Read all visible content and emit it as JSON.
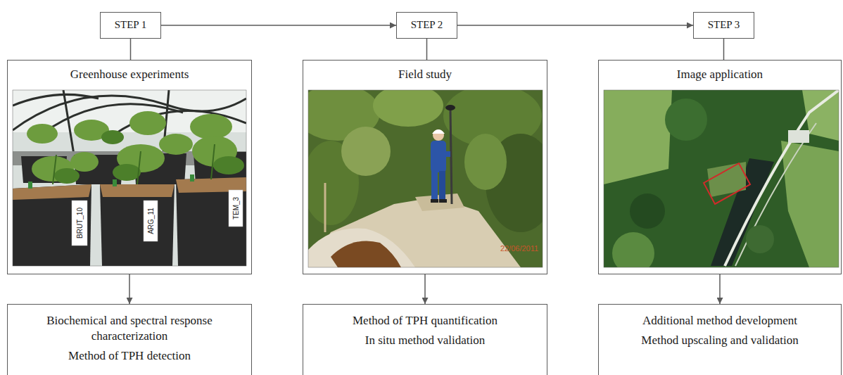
{
  "diagram": {
    "nodes": [
      {
        "text": [
          "STEP 1"
        ]
      },
      {
        "text": [
          "STEP 2"
        ]
      },
      {
        "text": [
          "STEP 3"
        ]
      },
      {
        "text": [
          "Greenhouse experiments"
        ]
      },
      {
        "text": [
          "Field study"
        ]
      },
      {
        "text": [
          "Image application"
        ]
      },
      {
        "text": [
          "Biochemical and spectral response characterization",
          "Method of TPH detection"
        ]
      },
      {
        "text": [
          "Method of TPH quantification",
          "In situ method validation"
        ]
      },
      {
        "text": [
          "Additional method development",
          "Method upscaling and validation"
        ]
      }
    ],
    "edges": [
      {
        "from": 0,
        "to": 1,
        "arrow": "to"
      },
      {
        "from": 1,
        "to": 2,
        "arrow": "to"
      },
      {
        "from": 0,
        "to": 3,
        "arrow": "none"
      },
      {
        "from": 1,
        "to": 4,
        "arrow": "none"
      },
      {
        "from": 2,
        "to": 5,
        "arrow": "none"
      },
      {
        "from": 3,
        "to": 6,
        "arrow": "to"
      },
      {
        "from": 4,
        "to": 7,
        "arrow": "to"
      },
      {
        "from": 5,
        "to": 8,
        "arrow": "to"
      }
    ],
    "labels": [
      "BRUT_10",
      "ARG_11",
      "TEM_3",
      "22/06/2011"
    ]
  }
}
